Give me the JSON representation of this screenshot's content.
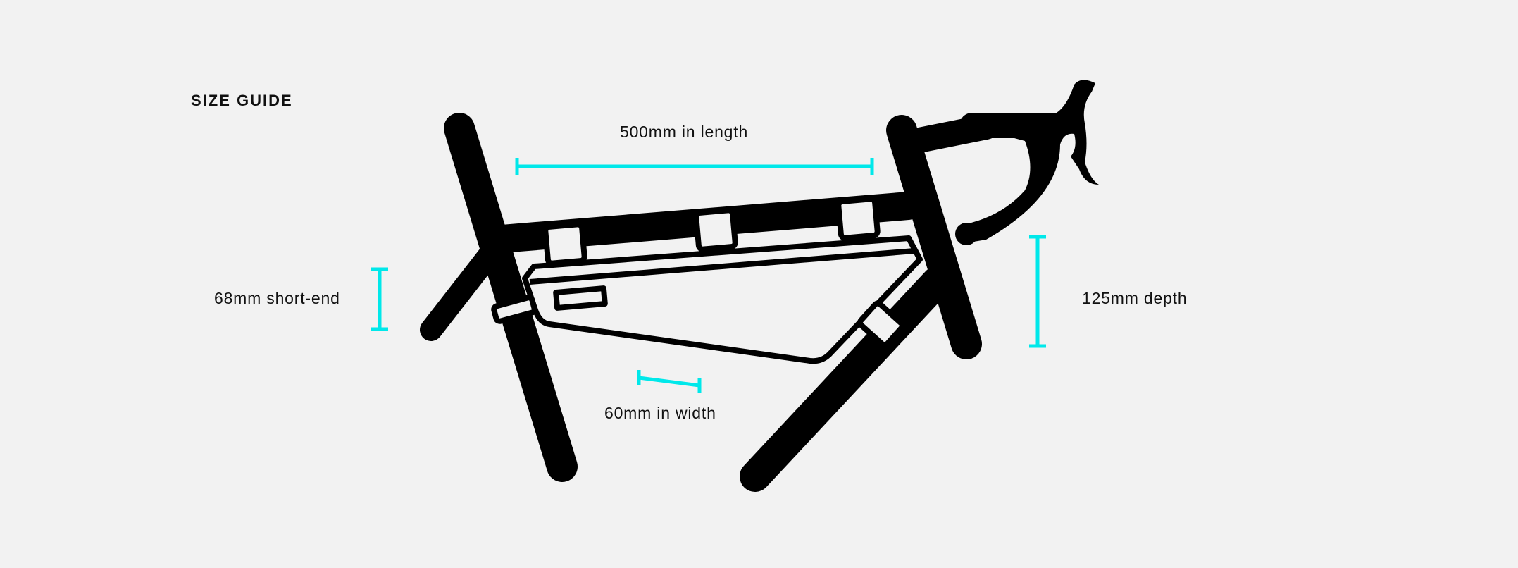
{
  "title": "SIZE GUIDE",
  "measurements": {
    "length": {
      "label": "500mm in length",
      "value_mm": 500
    },
    "short_end": {
      "label": "68mm short-end",
      "value_mm": 68
    },
    "depth": {
      "label": "125mm depth",
      "value_mm": 125
    },
    "width": {
      "label": "60mm in width",
      "value_mm": 60
    }
  },
  "colors": {
    "background": "#f2f2f2",
    "frame": "#000000",
    "bag_fill": "#f2f2f2",
    "measure_accent": "#00e8ea",
    "text": "#111111"
  },
  "icons": {
    "bike-frame": "bicycle frame silhouette",
    "frame-bag": "frame bag outline with straps",
    "handlebar": "drop handlebar with brake lever"
  }
}
